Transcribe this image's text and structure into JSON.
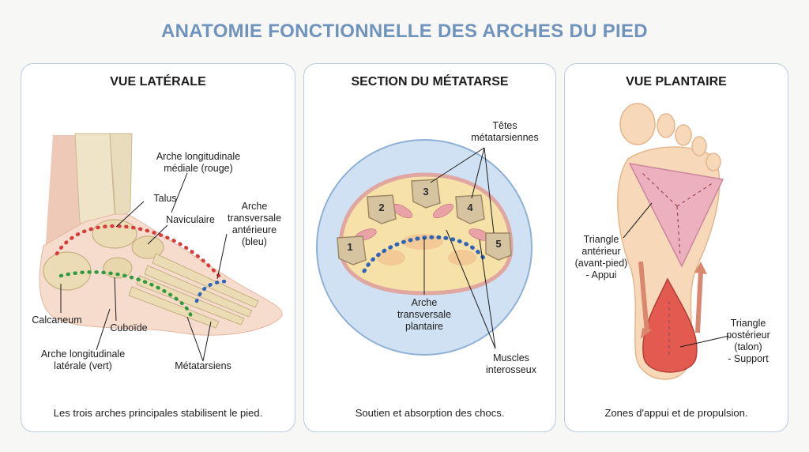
{
  "title": "ANATOMIE FONCTIONNELLE DES ARCHES DU PIED",
  "colors": {
    "title": "#6f93bd",
    "medial_arch": "#d93a3a",
    "lateral_arch": "#2f9a3f",
    "transverse_arch": "#2f64b8"
  },
  "panels": {
    "lateral": {
      "title": "VUE LATÉRALE",
      "caption": "Les trois arches principales stabilisent le pied.",
      "labels": {
        "medial_arch_1": "Arche longitudinale",
        "medial_arch_2": "médiale (rouge)",
        "talus": "Talus",
        "naviculaire": "Naviculaire",
        "transverse_1": "Arche",
        "transverse_2": "transversale",
        "transverse_3": "antérieure",
        "transverse_4": "(bleu)",
        "calcaneum": "Calcaneum",
        "cuboide": "Cuboïde",
        "lateral_arch_1": "Arche longitudinale",
        "lateral_arch_2": "latérale (vert)",
        "metatarsiens": "Métatarsiens"
      }
    },
    "section": {
      "title": "SECTION DU MÉTATARSE",
      "caption": "Soutien et absorption des chocs.",
      "labels": {
        "heads_1": "Têtes",
        "heads_2": "métatarsiennes",
        "arch_1": "Arche",
        "arch_2": "transversale",
        "arch_3": "plantaire",
        "muscles_1": "Muscles",
        "muscles_2": "interosseux"
      },
      "bones": [
        "1",
        "2",
        "3",
        "4",
        "5"
      ]
    },
    "plantar": {
      "title": "VUE PLANTAIRE",
      "caption": "Zones d'appui et de propulsion.",
      "labels": {
        "anterior_1": "Triangle",
        "anterior_2": "antérieur",
        "anterior_3": "(avant-pied)",
        "anterior_4": "- Appui",
        "posterior_1": "Triangle",
        "posterior_2": "postérieur",
        "posterior_3": "(talon)",
        "posterior_4": "- Support"
      }
    }
  }
}
